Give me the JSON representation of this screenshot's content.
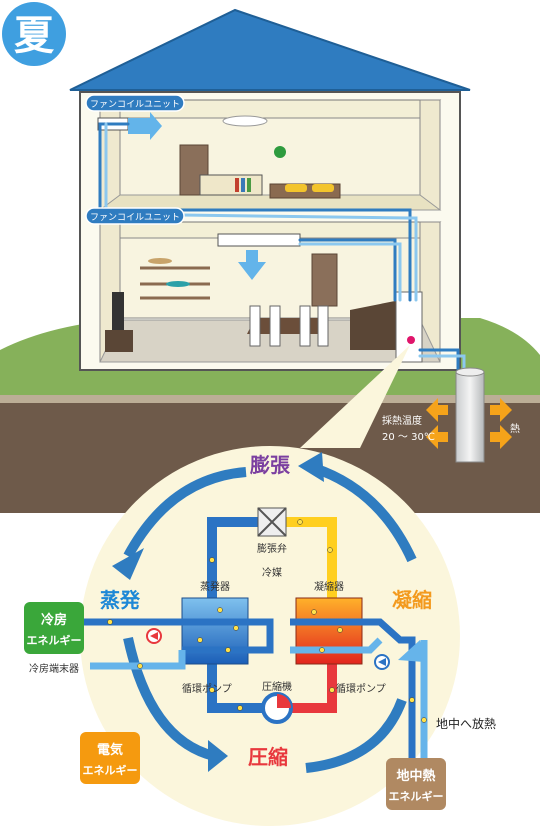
{
  "season_badge": "夏",
  "fan_coil_label_upper": "ファンコイルユニット",
  "fan_coil_label_lower": "ファンコイルユニット",
  "heat_collection": {
    "label": "採熱温度",
    "range": "20 ～ 30℃",
    "heat": "熱"
  },
  "cycle": {
    "expansion": "膨張",
    "evaporation": "蒸発",
    "condensation": "凝縮",
    "compression": "圧縮",
    "expansion_valve": "膨張弁",
    "refrigerant": "冷媒",
    "evaporator": "蒸発器",
    "condenser": "凝縮器",
    "compressor": "圧縮機",
    "pump_left": "循環ポンプ",
    "pump_right": "循環ポンプ"
  },
  "cooling_energy": {
    "line1": "冷房",
    "line2": "エネルギー",
    "sub": "冷房端末器"
  },
  "electric_energy": {
    "line1": "電気",
    "line2": "エネルギー"
  },
  "ground_energy": {
    "line1": "地中熱",
    "line2": "エネルギー"
  },
  "release_label": "地中へ放熱",
  "colors": {
    "roof": "#2f7cc0",
    "house_wall": "#fbfaef",
    "grass": "#86b15a",
    "soil": "#6e5a4a",
    "circle_bg": "#fbf6dc",
    "cold_pipe": "#2b73c4",
    "hot_pipe": "#ffcf1f",
    "evaporation_text": "#1e88d6",
    "condensation_text": "#f39a1e",
    "compression_text": "#e8383d",
    "expansion_text": "#7b3fa0",
    "cooling_box": "#3aa73a",
    "electric_box": "#f59a0f",
    "ground_box": "#b08962"
  }
}
